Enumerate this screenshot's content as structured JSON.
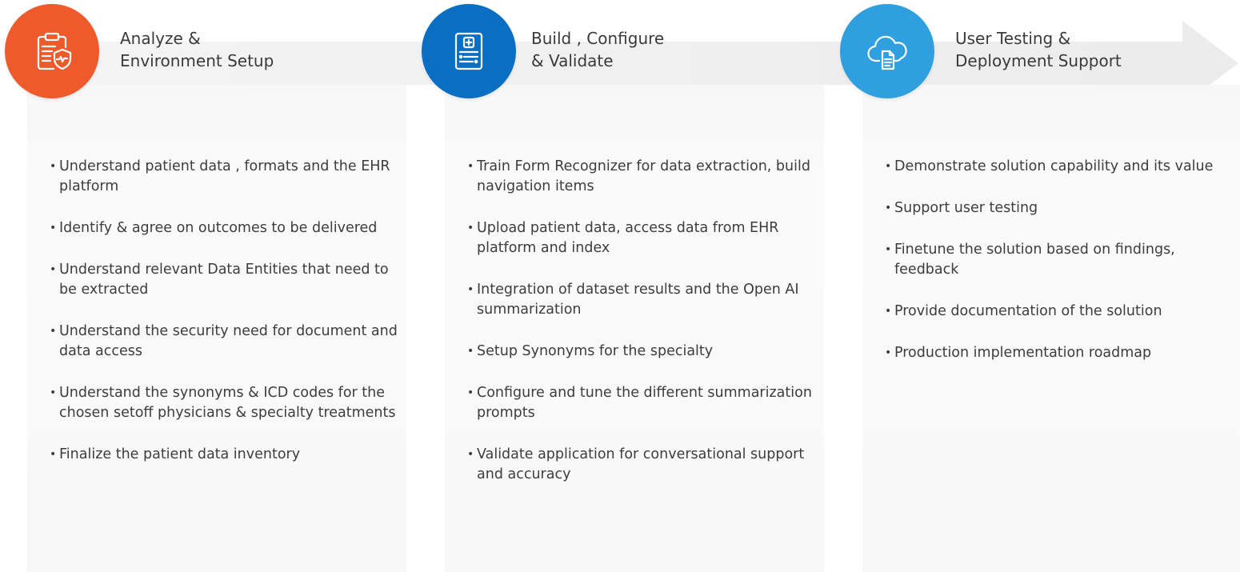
{
  "phases": [
    {
      "title_line1": "Analyze &",
      "title_line2": "Environment Setup",
      "icon": "clipboard-shield-icon",
      "color": "#ee5a2c",
      "bullets": [
        "Understand patient data , formats and the EHR platform",
        "Identify & agree on outcomes to be delivered",
        "Understand relevant Data Entities that need to be extracted",
        "Understand the security need for document and data access",
        "Understand the synonyms & ICD codes for the chosen setoff physicians & specialty treatments",
        "Finalize the patient data inventory"
      ]
    },
    {
      "title_line1": "Build , Configure",
      "title_line2": "& Validate",
      "icon": "medical-document-icon",
      "color": "#0a6fc2",
      "bullets": [
        "Train Form Recognizer for data extraction, build navigation items",
        "Upload patient data, access data from EHR platform and index",
        "Integration of dataset results and the Open AI summarization",
        "Setup Synonyms for the specialty",
        "Configure and tune the different summarization prompts",
        "Validate application for conversational support and accuracy"
      ]
    },
    {
      "title_line1": "User Testing &",
      "title_line2": "Deployment Support",
      "icon": "cloud-document-icon",
      "color": "#2f9fe0",
      "bullets": [
        "Demonstrate solution capability and its value",
        "Support user testing",
        "Finetune the solution based on findings, feedback",
        "Provide documentation of the solution",
        "Production implementation roadmap"
      ]
    }
  ]
}
